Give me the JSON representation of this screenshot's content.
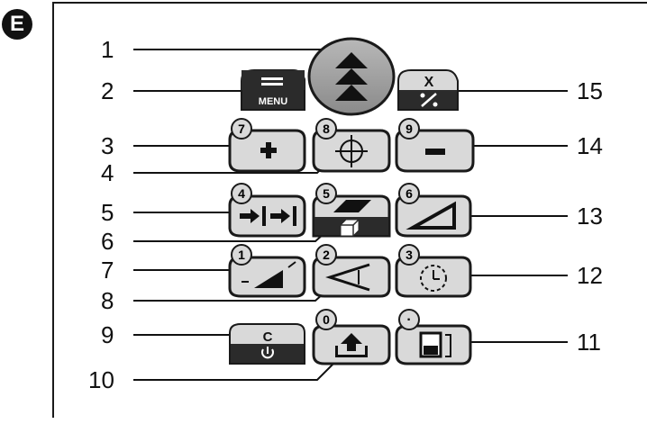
{
  "section_letter": "E",
  "callouts": [
    "1",
    "2",
    "3",
    "4",
    "5",
    "6",
    "7",
    "8",
    "9",
    "10",
    "11",
    "12",
    "13",
    "14",
    "15"
  ],
  "key_digits": {
    "plus": "7",
    "target": "8",
    "minus": "9",
    "mode_left": "4",
    "area": "5",
    "triangle": "6",
    "slope": "1",
    "angle": "2",
    "timer": "3",
    "export": "0",
    "battery": "·"
  },
  "key_labels": {
    "menu": "MENU",
    "clear": "C",
    "x": "X"
  },
  "icons": {
    "up": "double-up-arrow-icon",
    "menu": "menu-lines-icon",
    "xpercent": "x-percent-icon",
    "plus": "plus-icon",
    "minus": "minus-icon",
    "target": "crosshair-icon",
    "mode_left": "arrow-bar-icon",
    "area": "area-volume-icon",
    "triangle": "triangle-icon",
    "slope": "slope-icon",
    "angle": "angle-icon",
    "timer": "timer-icon",
    "clear": "power-icon",
    "export": "export-icon",
    "battery": "battery-icon"
  },
  "colors": {
    "key_fill": "#d9d9d9",
    "key_dark": "#2b2b2b",
    "outline": "#1a1a1a",
    "big_key": "#9a9a9a"
  }
}
